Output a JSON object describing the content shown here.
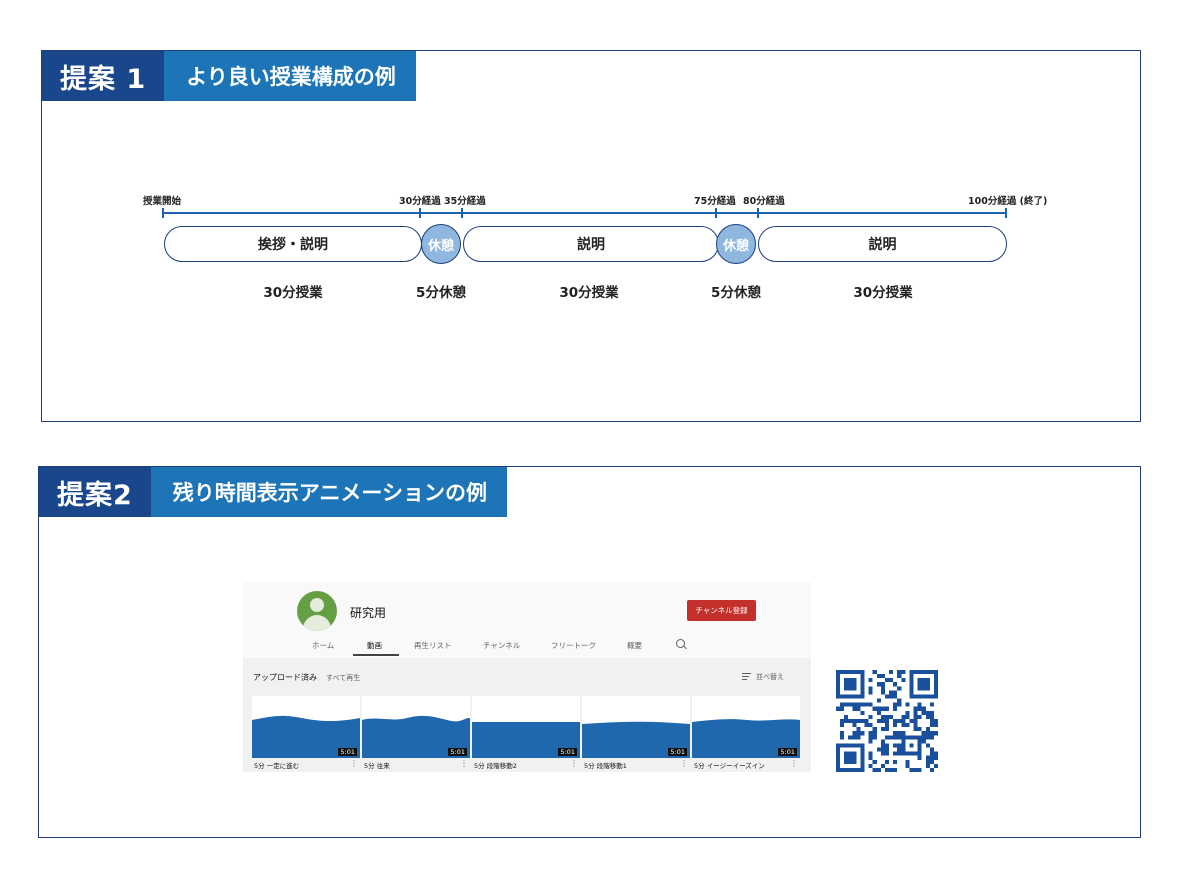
{
  "sections": [
    {
      "num": "提案 1",
      "title": "より良い授業構成の例"
    },
    {
      "num": "提案2",
      "title": "残り時間表示アニメーションの例"
    }
  ],
  "timeline": {
    "markers": [
      "授業開始",
      "30分経過",
      "35分経過",
      "75分経過",
      "80分経過",
      "100分経過 (終了)"
    ],
    "segments": [
      {
        "label": "挨拶・説明",
        "sub": "30分授業"
      },
      {
        "label": "休憩",
        "sub": "5分休憩"
      },
      {
        "label": "説明",
        "sub": "30分授業"
      },
      {
        "label": "休憩",
        "sub": "5分休憩"
      },
      {
        "label": "説明",
        "sub": "30分授業"
      }
    ]
  },
  "youtube": {
    "channel_name": "研究用",
    "subscribe_label": "チャンネル登録",
    "tabs": [
      "ホーム",
      "動画",
      "再生リスト",
      "チャンネル",
      "フリートーク",
      "概要"
    ],
    "active_tab": "動画",
    "uploads_label": "アップロード済み",
    "play_all_label": "すべて再生",
    "sort_label": "並べ替え",
    "videos": [
      {
        "title": "5分 一定に進む",
        "duration": "5:01"
      },
      {
        "title": "5分 往来",
        "duration": "5:01"
      },
      {
        "title": "5分 段階移動2",
        "duration": "5:01"
      },
      {
        "title": "5分 段階移動1",
        "duration": "5:01"
      },
      {
        "title": "5分 イージーイーズイン",
        "duration": "5:01"
      }
    ],
    "thumbnail_color": "#1f68ae"
  },
  "colors": {
    "dark_blue": "#1a468c",
    "blue": "#1d75b8",
    "break_fill": "#8fb7e0",
    "subscribe_red": "#c4302b"
  },
  "icons": [
    "search-icon",
    "sort-icon",
    "kebab-icon",
    "avatar-icon",
    "qr-code"
  ]
}
